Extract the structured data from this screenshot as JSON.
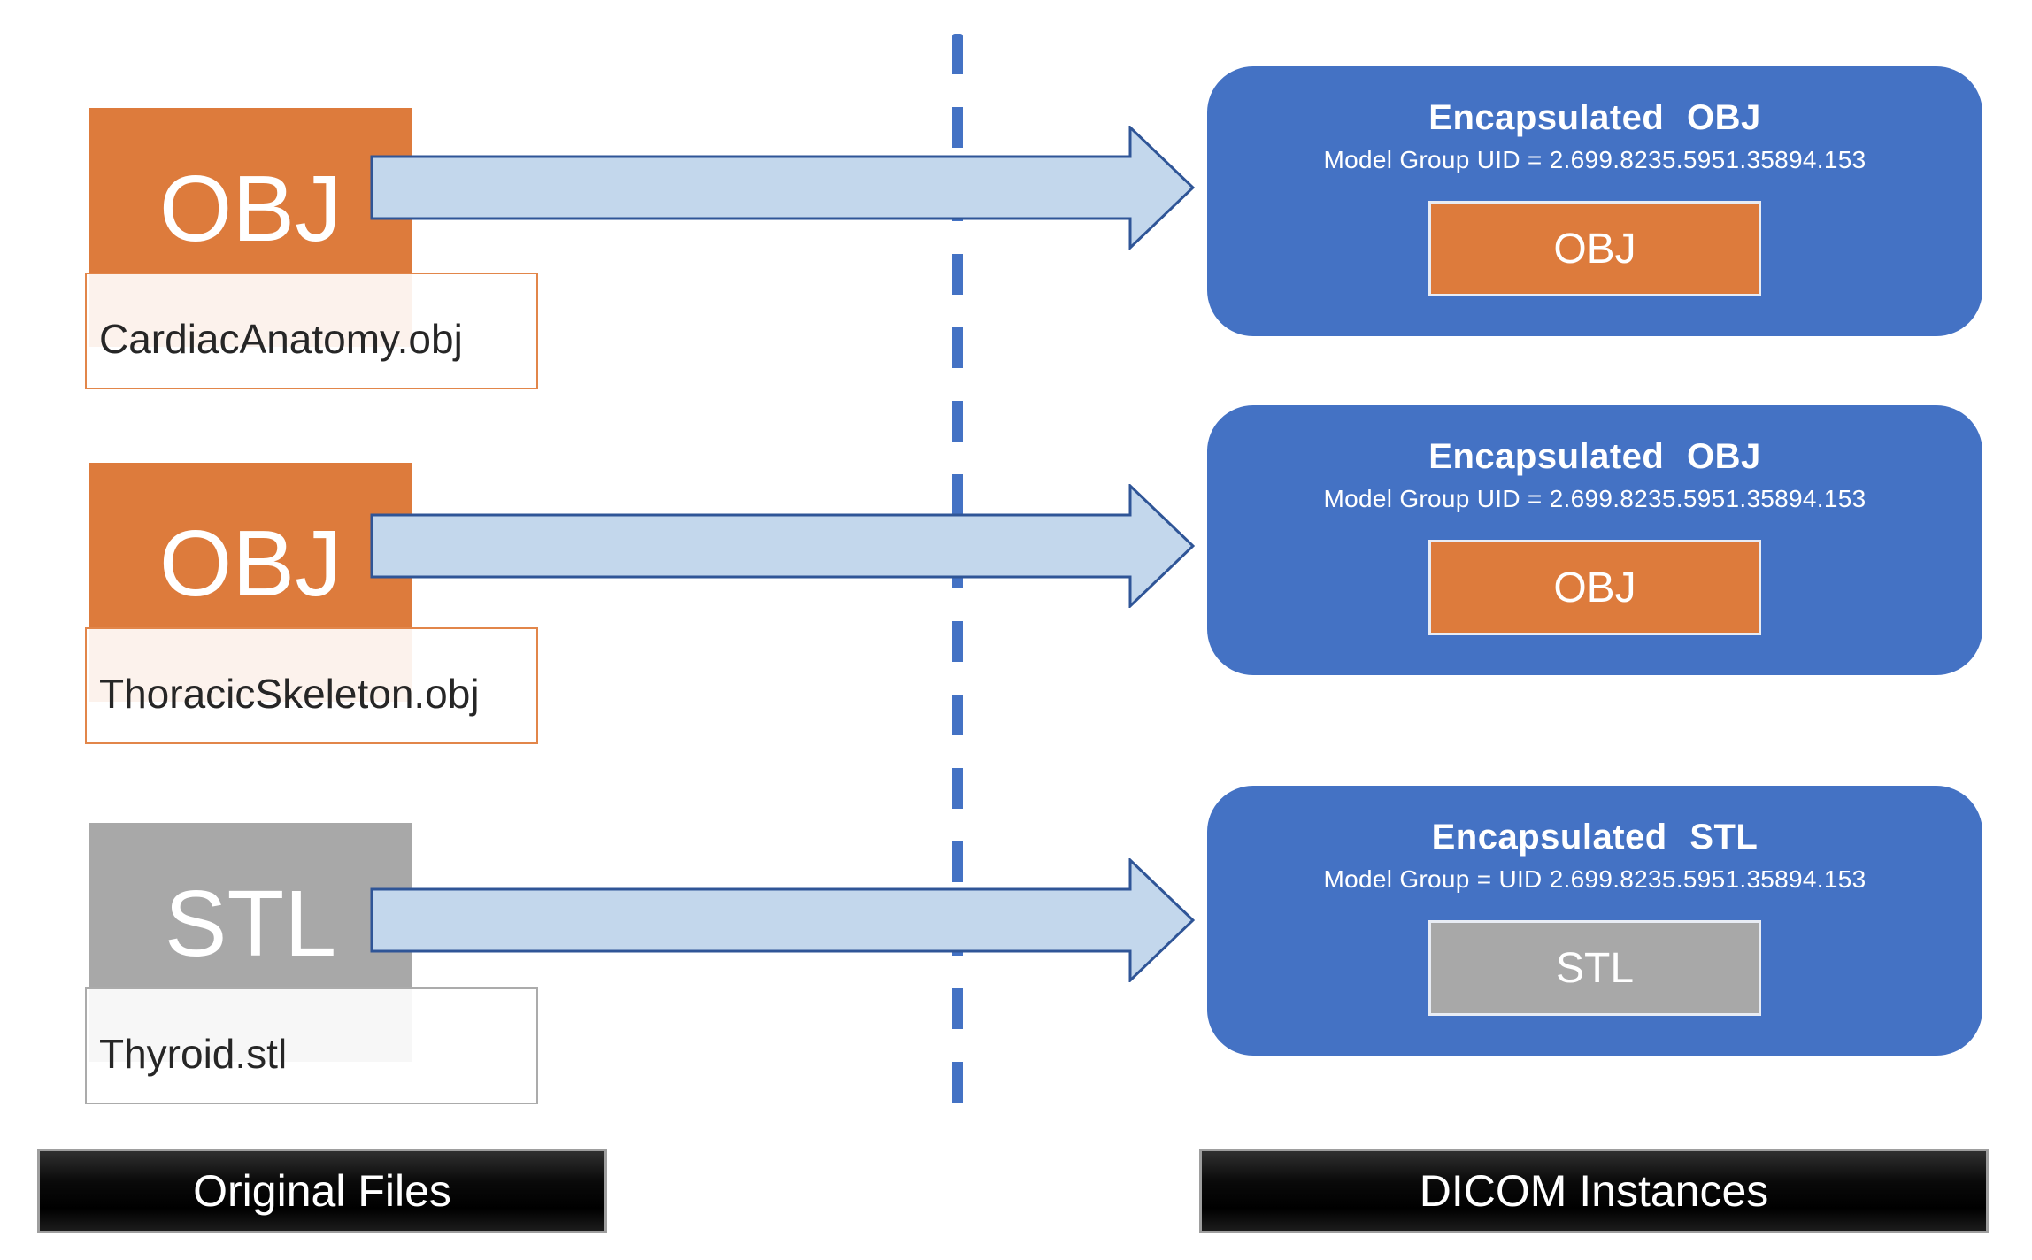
{
  "files": [
    {
      "type": "OBJ",
      "name": "CardiacAnatomy.obj"
    },
    {
      "type": "OBJ",
      "name": "ThoracicSkeleton.obj"
    },
    {
      "type": "STL",
      "name": "Thyroid.stl"
    }
  ],
  "instances": [
    {
      "title": "Encapsulated OBJ",
      "uid_line": "Model Group UID = 2.699.8235.5951.35894.153",
      "payload": "OBJ"
    },
    {
      "title": "Encapsulated OBJ",
      "uid_line": "Model Group UID = 2.699.8235.5951.35894.153",
      "payload": "OBJ"
    },
    {
      "title": "Encapsulated STL",
      "uid_line": "Model Group = UID 2.699.8235.5951.35894.153",
      "payload": "STL"
    }
  ],
  "footers": {
    "left": "Original Files",
    "right": "DICOM Instances"
  },
  "colors": {
    "obj_orange": "#DD7B3C",
    "stl_gray": "#A8A8A8",
    "panel_blue": "#4472C4",
    "arrow_fill": "#C3D7EC",
    "arrow_outline": "#2F5597",
    "divider_blue": "#4472C4",
    "label_tint_over_orange": "#FBF2EB",
    "label_tint_over_gray": "#F5F5F5"
  }
}
